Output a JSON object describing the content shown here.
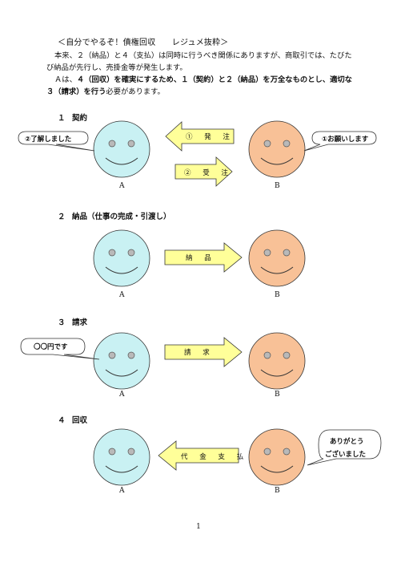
{
  "header": {
    "title": "＜自分でやるぞ！債権回収　　レジュメ抜粋＞"
  },
  "intro": {
    "line1": "本来、２（納品）と４（支払）は同時に行うべき関係にありますが、商取引では、たびたび納品が先行し、売掛金等が発生します。",
    "line2_prefix": "Ａは、",
    "line2_bold": "４（回収）を確実にするため、１（契約）と２（納品）を万全なものとし、適切な３（請求）を行う",
    "line2_suffix": "必要があります。"
  },
  "sections": [
    {
      "num": "１",
      "title": "契約"
    },
    {
      "num": "２",
      "title": "納品（仕事の完成・引渡し）"
    },
    {
      "num": "３",
      "title": "請求"
    },
    {
      "num": "４",
      "title": "回収"
    }
  ],
  "scenes": {
    "contract": {
      "arrow_order": "① 発 注",
      "arrow_accept": "② 受 注",
      "bubble_a": "②了解しました",
      "bubble_b": "①お願いします"
    },
    "delivery": {
      "arrow": "納 品"
    },
    "billing": {
      "arrow": "請 求",
      "bubble_a": "〇〇円です"
    },
    "collection": {
      "arrow": "代 金 支 払",
      "bubble_b_line1": "ありがとう",
      "bubble_b_line2": "ございました"
    }
  },
  "labels": {
    "a": "A",
    "b": "B"
  },
  "colors": {
    "face_a": "#c9f1f3",
    "face_b": "#f8c197",
    "arrow_fill": "#ffff99",
    "stroke": "#333333"
  },
  "footer": {
    "page_number": "1"
  }
}
